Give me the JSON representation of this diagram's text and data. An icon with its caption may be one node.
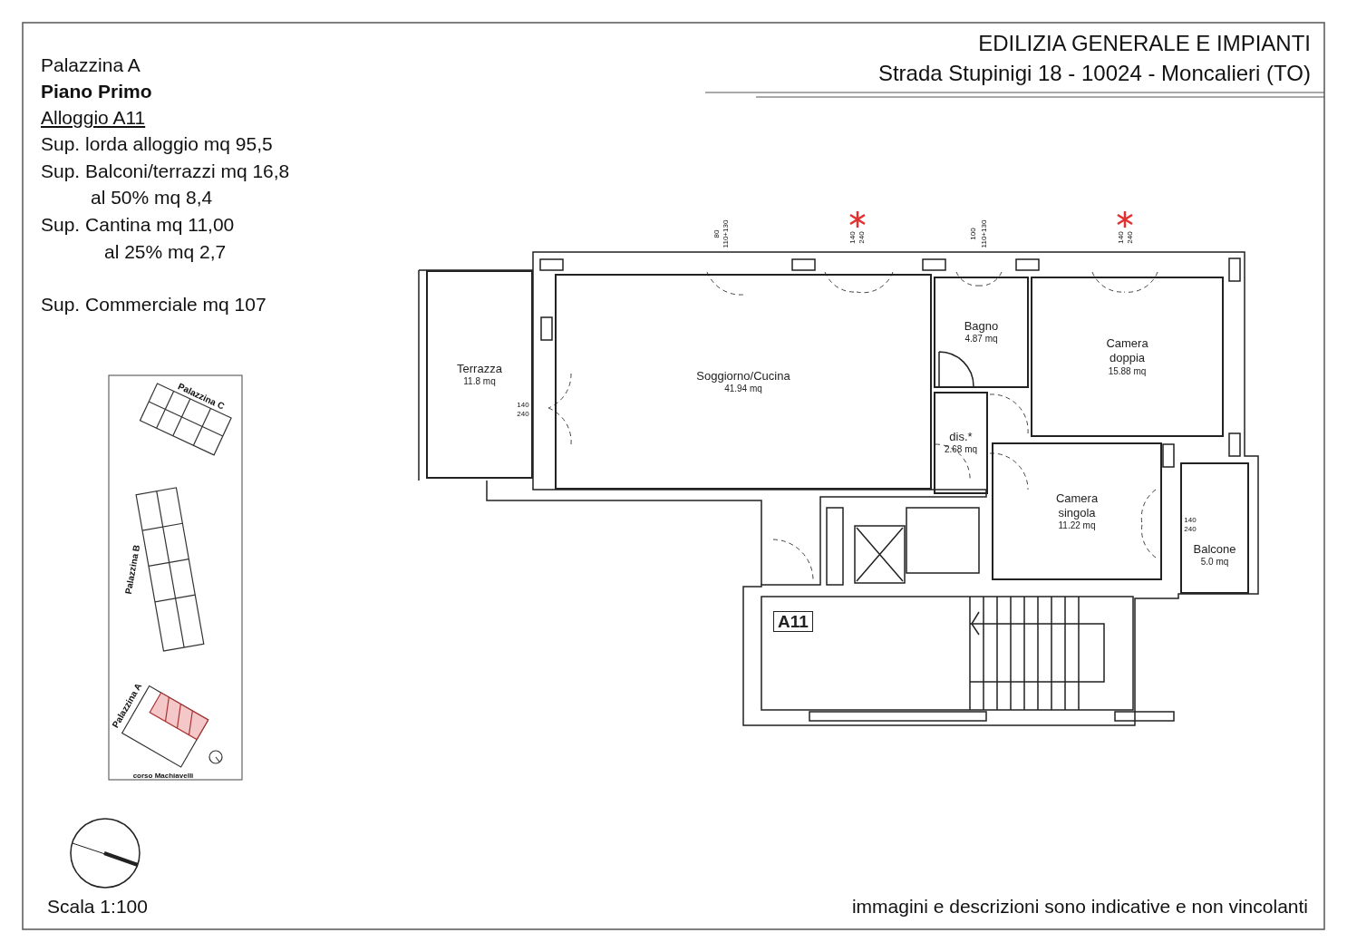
{
  "diagram": {
    "nodes": [
      {
        "text": [
          "Terrazza",
          "11.8 mq"
        ]
      },
      {
        "text": [
          "Soggiorno/Cucina",
          "41.94 mq"
        ]
      },
      {
        "text": [
          "Bagno",
          "4.87 mq"
        ]
      },
      {
        "text": [
          "Camera doppia",
          "15.88 mq"
        ]
      },
      {
        "text": [
          "dis.*",
          "2.68 mq"
        ]
      },
      {
        "text": [
          "Camera singola",
          "11.22 mq"
        ]
      },
      {
        "text": [
          "Balcone",
          "5.0 mq"
        ]
      },
      {
        "text": [
          "A11"
        ]
      }
    ],
    "labels": [
      "Palazzina A",
      "Piano Primo",
      "Alloggio A11",
      "Sup. lorda alloggio mq 95,5",
      "Sup. Balconi/terrazzi mq 16,8",
      "al 50% mq 8,4",
      "Sup. Cantina mq 11,00",
      "al 25% mq 2,7",
      "Sup. Commerciale mq 107",
      "EDILIZIA GENERALE E IMPIANTI",
      "Strada Stupinigi 18 - 10024 - Moncalieri (TO)",
      "80",
      "110+130",
      "140",
      "240",
      "100",
      "110+130",
      "140",
      "240",
      "140",
      "240",
      "140",
      "240",
      "Palazzina C",
      "Palazzina B",
      "Palazzina A",
      "corso Machiavelli",
      "Scala 1:100",
      "immagini e descrizioni sono indicative e non vincolanti"
    ]
  }
}
